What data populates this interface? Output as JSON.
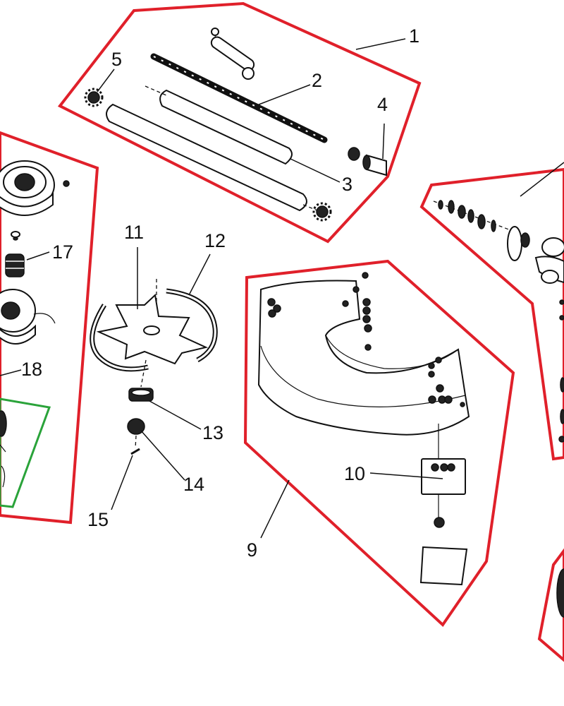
{
  "diagram": {
    "callouts": [
      {
        "id": "1",
        "text": "1"
      },
      {
        "id": "2",
        "text": "2"
      },
      {
        "id": "3",
        "text": "3"
      },
      {
        "id": "4",
        "text": "4"
      },
      {
        "id": "5",
        "text": "5"
      },
      {
        "id": "9",
        "text": "9"
      },
      {
        "id": "10",
        "text": "10"
      },
      {
        "id": "11",
        "text": "11"
      },
      {
        "id": "12",
        "text": "12"
      },
      {
        "id": "13",
        "text": "13"
      },
      {
        "id": "14",
        "text": "14"
      },
      {
        "id": "15",
        "text": "15"
      },
      {
        "id": "17",
        "text": "17"
      },
      {
        "id": "18",
        "text": "18"
      }
    ],
    "colors": {
      "highlight_red": "#e0202a",
      "highlight_green": "#2aa33a",
      "ink": "#111111",
      "background": "#ffffff"
    }
  }
}
